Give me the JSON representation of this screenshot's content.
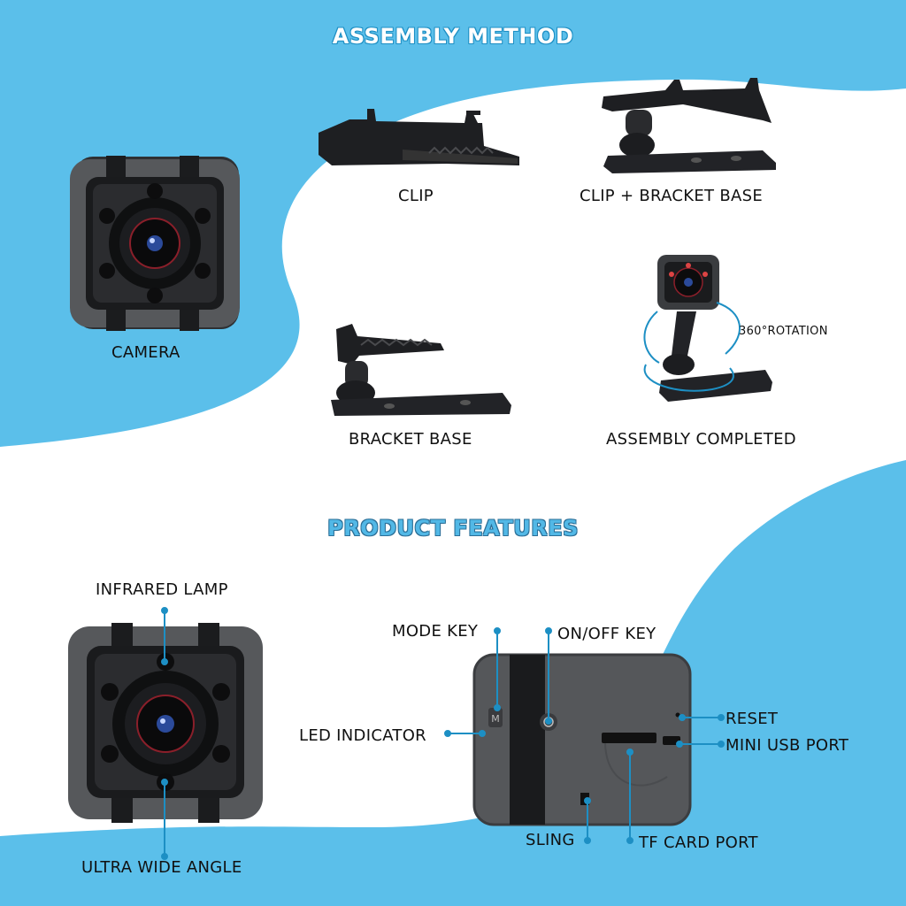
{
  "colors": {
    "brand_blue": "#5bbfea",
    "dark_blue": "#1d8fc4",
    "device_gray": "#55575a",
    "dark": "#1f2023"
  },
  "assembly": {
    "title": "ASSEMBLY METHOD",
    "camera_label": "CAMERA",
    "clip_label": "CLIP",
    "clip_bracket_label": "CLIP + BRACKET BASE",
    "bracket_label": "BRACKET BASE",
    "completed_label": "ASSEMBLY COMPLETED",
    "rotation_label": "360°ROTATION"
  },
  "features": {
    "title": "PRODUCT FEATURES",
    "infrared_lamp": "INFRARED LAMP",
    "ultra_wide": "ULTRA WIDE ANGLE",
    "mode_key": "MODE KEY",
    "onoff_key": "ON/OFF KEY",
    "led_indicator": "LED INDICATOR",
    "reset": "RESET",
    "mini_usb": "MINI USB PORT",
    "sling": "SLING",
    "tf_card": "TF CARD PORT"
  }
}
